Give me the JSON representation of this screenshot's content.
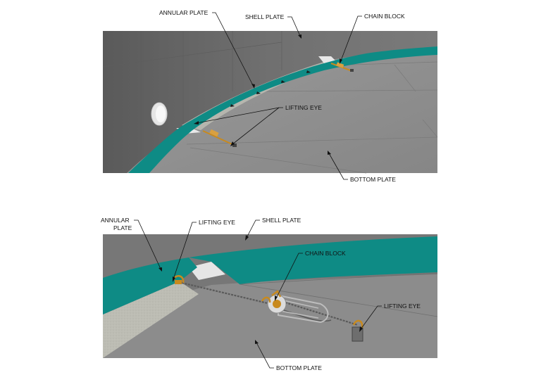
{
  "top": {
    "labels": {
      "annular_plate": "ANNULAR PLATE",
      "shell_plate": "SHELL PLATE",
      "chain_block": "CHAIN BLOCK",
      "lifting_eye": "LIFTING EYE",
      "bottom_plate": "BOTTOM PLATE"
    }
  },
  "bottom": {
    "labels": {
      "annular_plate_line1": "ANNULAR",
      "annular_plate_line2": "PLATE",
      "lifting_eye_left": "LIFTING EYE",
      "shell_plate": "SHELL PLATE",
      "chain_block": "CHAIN BLOCK",
      "lifting_eye_right": "LIFTING EYE",
      "bottom_plate": "BOTTOM PLATE"
    }
  },
  "colors": {
    "annular_teal": "#0e8b85",
    "shell_wall": "#6b6b6b",
    "bottom_floor": "#8e8e8e",
    "annular_strip": "#b4b4ac",
    "chain_gold": "#c88a1e"
  }
}
